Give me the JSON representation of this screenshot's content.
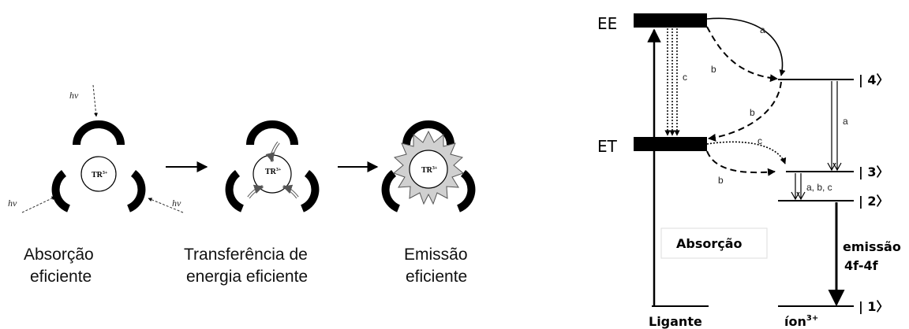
{
  "left_panel": {
    "ion_label": "TR",
    "ion_charge": "3+",
    "photon_label": "hν",
    "captions": [
      {
        "line1": "Absorção",
        "line2": "eficiente"
      },
      {
        "line1": "Transferência de",
        "line2": "energia eficiente"
      },
      {
        "line1": "Emissão",
        "line2": "eficiente"
      }
    ]
  },
  "right_panel": {
    "states": {
      "ee": "EE",
      "et": "ET"
    },
    "levels": [
      "| 4〉",
      "| 3〉",
      "| 2〉",
      "| 1〉"
    ],
    "path_labels": {
      "a": "a",
      "b": "b",
      "c": "c",
      "abc": "a, b, c"
    },
    "absorption_label": "Absorção",
    "emission_line1": "emissão",
    "emission_line2": "4f-4f",
    "ligand_label": "Ligante",
    "ion_label": "íon",
    "ion_charge": "3+"
  }
}
